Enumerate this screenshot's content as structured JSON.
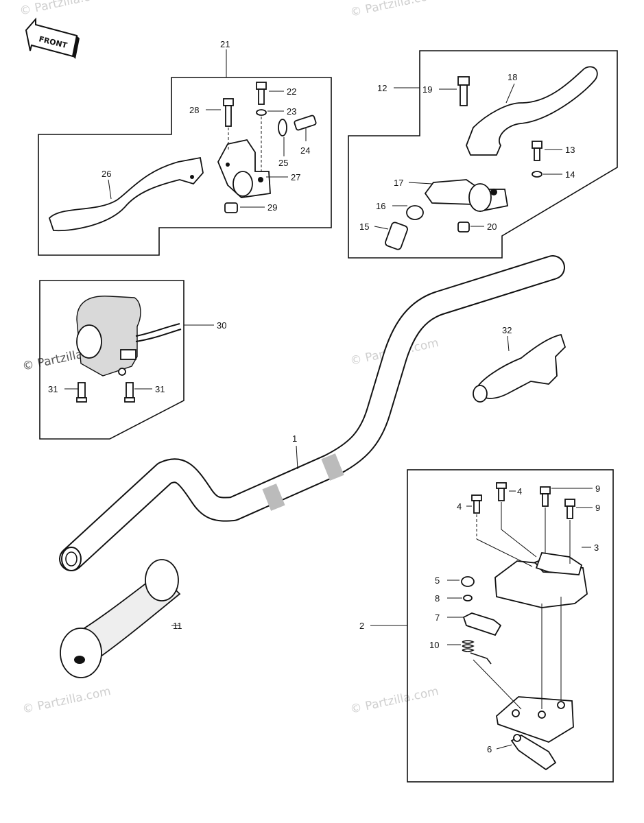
{
  "front_tag": "FRONT",
  "watermark": "© Partzilla.com",
  "callouts": [
    "1",
    "2",
    "3",
    "4",
    "4",
    "5",
    "6",
    "7",
    "8",
    "9",
    "9",
    "10",
    "11",
    "12",
    "13",
    "14",
    "15",
    "16",
    "17",
    "18",
    "19",
    "20",
    "21",
    "22",
    "23",
    "24",
    "25",
    "26",
    "27",
    "28",
    "29",
    "30",
    "31",
    "31",
    "32"
  ]
}
